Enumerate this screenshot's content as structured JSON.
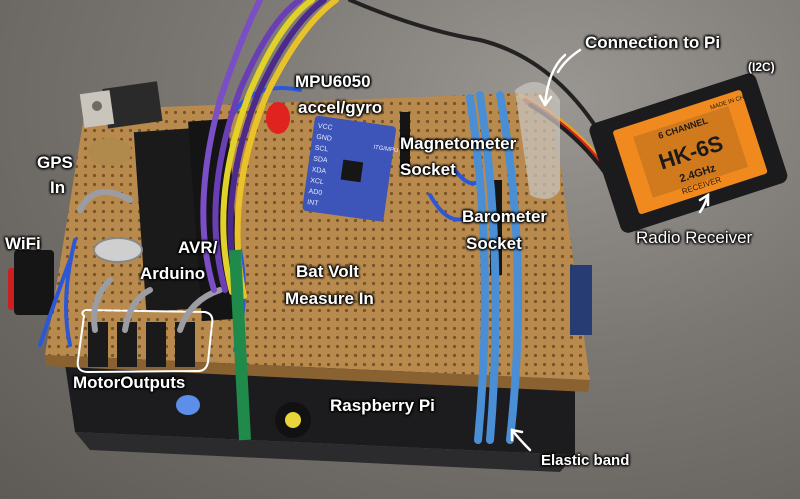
{
  "labels": {
    "connection": "Connection to Pi",
    "i2c": "(I2C)",
    "mpu_line1": "MPU6050",
    "mpu_line2": "accel/gyro",
    "magnetometer_line1": "Magnetometer",
    "magnetometer_line2": "Socket",
    "gps_line1": "GPS",
    "gps_line2": "In",
    "barometer_line1": "Barometer",
    "barometer_line2": "Socket",
    "radio_receiver": "Radio Receiver",
    "wifi": "WiFi",
    "avr_line1": "AVR/",
    "avr_line2": "Arduino",
    "bat_line1": "Bat Volt",
    "bat_line2": "Measure In",
    "motor_outputs": "MotorOutputs",
    "raspberry_pi": "Raspberry Pi",
    "elastic_band": "Elastic band"
  },
  "receiver": {
    "brand": "HK-6S",
    "sub1": "6 CHANNEL",
    "sub2": "2.4GHz",
    "sub3": "RECEIVER",
    "made_in": "MADE IN CHINA"
  },
  "mpu_board": {
    "pins": [
      "VCC",
      "GND",
      "SCL",
      "SDA",
      "XDA",
      "XCL",
      "AD0",
      "INT"
    ],
    "chip_label": "ITG/MPU"
  },
  "colors": {
    "perfboard": "#b98a4e",
    "mpu_board": "#3d54b8",
    "elastic_band": "#4a8fd6",
    "receiver_label": "#f08a1e",
    "label_text": "#ffffff"
  }
}
